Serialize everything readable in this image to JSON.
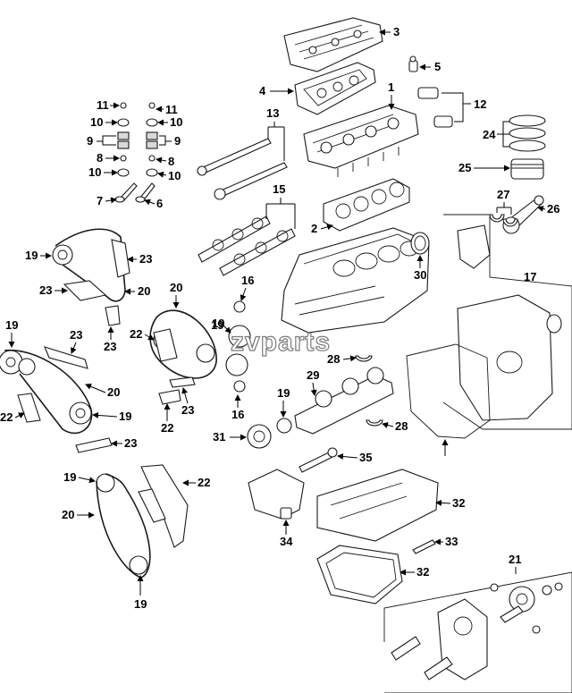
{
  "watermark": "zvparts",
  "callouts": {
    "c1": "1",
    "c2": "2",
    "c3": "3",
    "c4": "4",
    "c5": "5",
    "c6": "6",
    "c7": "7",
    "c8a": "8",
    "c8b": "8",
    "c9a": "9",
    "c9b": "9",
    "c10a": "10",
    "c10b": "10",
    "c10c": "10",
    "c10d": "10",
    "c11a": "11",
    "c11b": "11",
    "c12": "12",
    "c13": "13",
    "c15": "15",
    "c16a": "16",
    "c16b": "16",
    "c17": "17",
    "c19a": "19",
    "c19b": "19",
    "c19c": "19",
    "c19d": "19",
    "c19e": "19",
    "c19f": "19",
    "c19g": "19",
    "c20a": "20",
    "c20b": "20",
    "c20c": "20",
    "c20d": "20",
    "c21": "21",
    "c22a": "22",
    "c22b": "22",
    "c22c": "22",
    "c22d": "22",
    "c23a": "23",
    "c23b": "23",
    "c23c": "23",
    "c23d": "23",
    "c23e": "23",
    "c23f": "23",
    "c24": "24",
    "c25": "25",
    "c26": "26",
    "c27": "27",
    "c28a": "28",
    "c28b": "28",
    "c29": "29",
    "c30": "30",
    "c31": "31",
    "c32a": "32",
    "c32b": "32",
    "c33": "33",
    "c34": "34",
    "c35": "35"
  }
}
